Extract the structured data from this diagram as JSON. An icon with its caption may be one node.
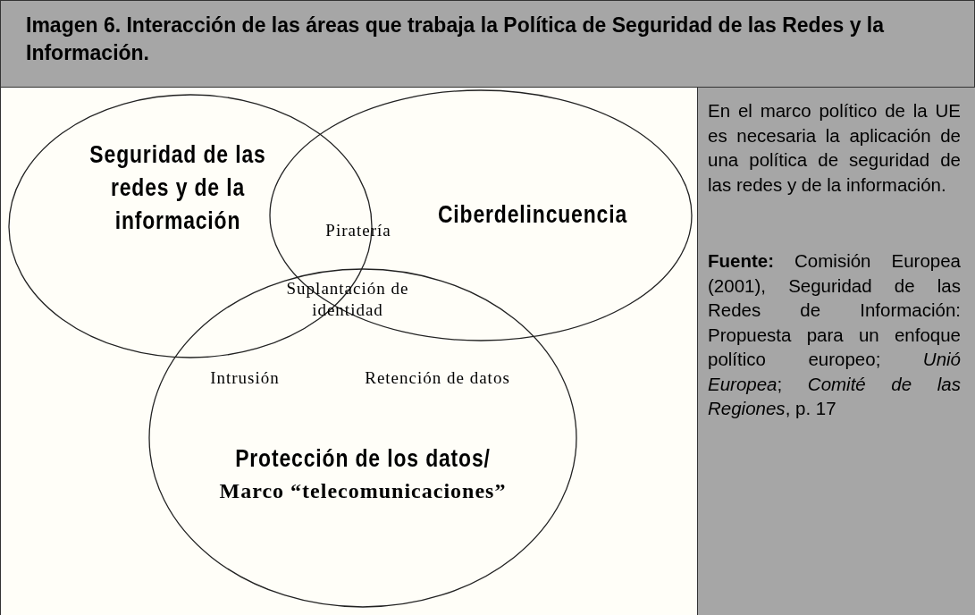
{
  "diagram": {
    "title": "Imagen 6. Interacción de las áreas que trabaja la Política de Seguridad de las Redes y la Información.",
    "nodes": [
      {
        "text": [
          "Seguridad de las redes y de la información"
        ]
      },
      {
        "text": [
          "Ciberdelincuencia"
        ]
      },
      {
        "text": [
          "Protección de los datos/",
          "Marco “telecomunicaciones”"
        ]
      }
    ],
    "edges": [],
    "labels": [
      "Piratería",
      "Suplantación de identidad",
      "Intrusión",
      "Retención de datos",
      "En el marco político de la UE es necesaria la aplicación de una política de seguridad de las redes y de la información.",
      "**Fuente:** Comisión Europea (2001), Seguridad de las Redes de Información: Propuesta para un enfoque político europeo; *Unió Europea*; *Comité de las Regiones*, p. 17"
    ]
  }
}
